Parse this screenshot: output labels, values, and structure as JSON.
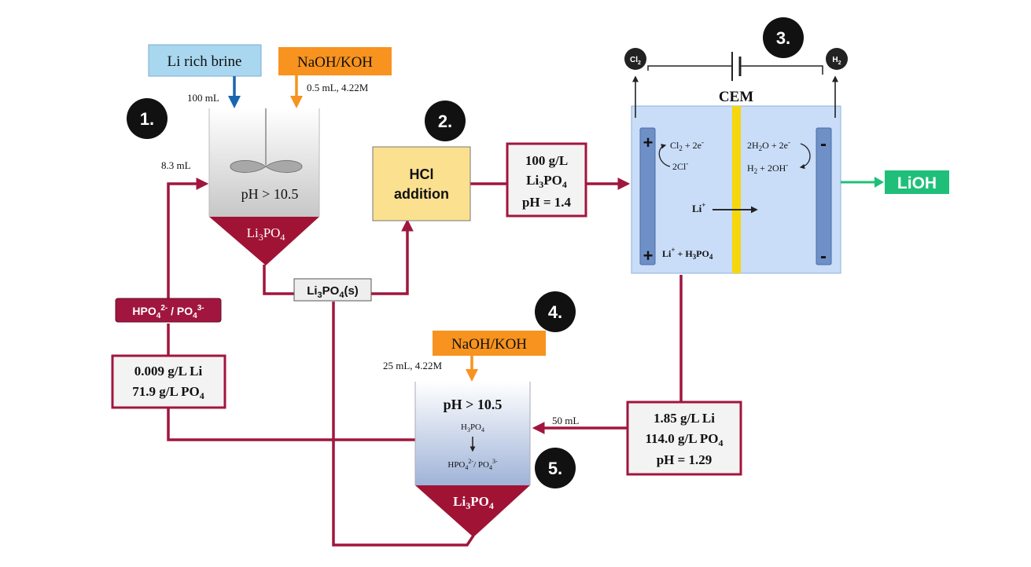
{
  "inputs": {
    "brine_label": "Li rich brine",
    "brine_volume": "100 mL",
    "base1_label": "NaOH/KOH",
    "base1_amount": "0.5 mL, 4.22M",
    "base2_label": "NaOH/KOH",
    "base2_amount": "25 mL, 4.22M"
  },
  "steps": [
    "1.",
    "2.",
    "3.",
    "4.",
    "5."
  ],
  "reactor1": {
    "ph": "pH > 10.5",
    "precipitate": [
      "Li",
      "3",
      "PO",
      "4"
    ],
    "recycle_volume": "8.3 mL"
  },
  "solid_product": [
    "Li",
    "3",
    "PO",
    "4",
    "(s)"
  ],
  "hcl_box": [
    "HCl",
    "addition"
  ],
  "feed_box": {
    "line1": "100 g/L",
    "line2": [
      "Li",
      "3",
      "PO",
      "4"
    ],
    "line3": "pH = 1.4"
  },
  "cell": {
    "membrane": "CEM",
    "anode_gas": [
      "Cl",
      "2"
    ],
    "cathode_gas": [
      "H",
      "2"
    ],
    "anode_sign": "+",
    "cathode_sign": "-",
    "anode_rxn_top": [
      "Cl",
      "2",
      " + 2e",
      "-"
    ],
    "anode_rxn_bottom": [
      "2Cl",
      "-"
    ],
    "cathode_rxn_top": [
      "2H",
      "2",
      "O + 2e",
      "-"
    ],
    "cathode_rxn_bottom": [
      "H",
      "2",
      " + 2OH",
      "-"
    ],
    "ion": [
      "Li",
      "+"
    ],
    "anolyte": [
      "Li",
      "+",
      " + H",
      "3",
      "PO",
      "4"
    ]
  },
  "product": "LiOH",
  "anolyte_out": {
    "line1": "1.85 g/L Li",
    "line2": [
      "114.0 g/L PO",
      "4"
    ],
    "line3": "pH = 1.29",
    "volume": "50 mL"
  },
  "reactor2": {
    "ph": "pH > 10.5",
    "reactant": [
      "H",
      "3",
      "PO",
      "4"
    ],
    "product": [
      "HPO",
      "4",
      "2-",
      "/ PO",
      "4",
      "3-"
    ],
    "precipitate": [
      "Li",
      "3",
      "PO",
      "4"
    ]
  },
  "recycle_box": {
    "line1": "0.009 g/L Li",
    "line2": [
      "71.9 g/L PO",
      "4"
    ]
  },
  "phosphate_tag": [
    "HPO",
    "4",
    "2-",
    " / PO",
    "4",
    "3-"
  ],
  "colors": {
    "stream": "#a0163e",
    "brine_box": "#a9d7f0",
    "base": "#f7931e",
    "hcl_box": "#fbe08f",
    "cell": "#c9ddf8",
    "membrane": "#f6d60c",
    "electrode": "#6f90c6",
    "product": "#1fbf7a",
    "brine_arrow": "#1866b0"
  }
}
